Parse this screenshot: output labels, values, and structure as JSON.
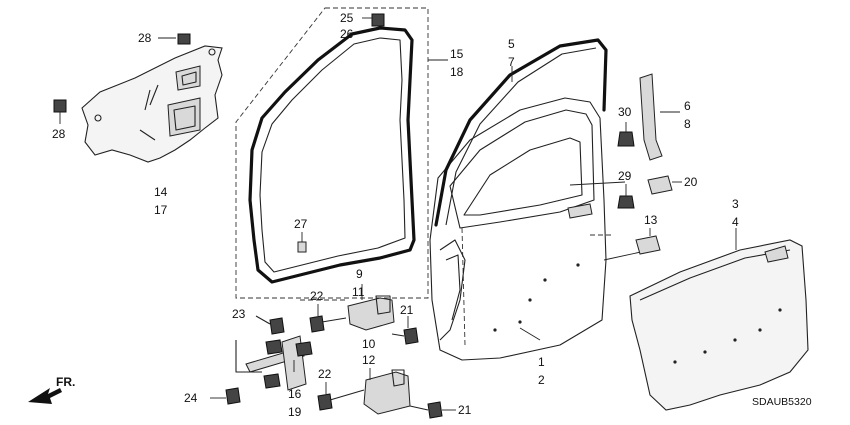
{
  "diagram_code": "SDAUB5320",
  "direction_label": "FR.",
  "labels": {
    "n1": "1",
    "n2": "2",
    "n3": "3",
    "n4": "4",
    "n5": "5",
    "n6": "6",
    "n7": "7",
    "n8": "8",
    "n9": "9",
    "n10": "10",
    "n11": "11",
    "n12": "12",
    "n13": "13",
    "n14": "14",
    "n15": "15",
    "n16": "16",
    "n17": "17",
    "n18": "18",
    "n19": "19",
    "n20": "20",
    "n21a": "21",
    "n21b": "21",
    "n22a": "22",
    "n22b": "22",
    "n23": "23",
    "n24": "24",
    "n25": "25",
    "n26": "26",
    "n27": "27",
    "n28a": "28",
    "n28b": "28",
    "n29": "29",
    "n30": "30"
  }
}
